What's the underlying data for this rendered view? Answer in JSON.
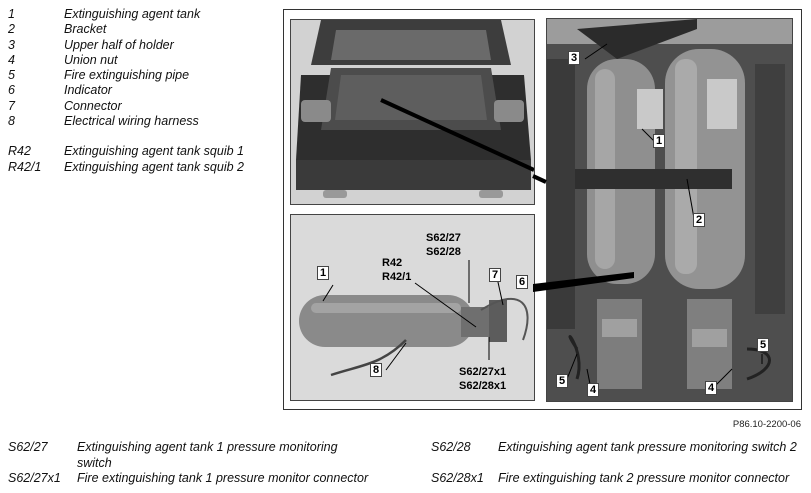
{
  "legend": [
    {
      "num": "1",
      "text": "Extinguishing agent tank"
    },
    {
      "num": "2",
      "text": "Bracket"
    },
    {
      "num": "3",
      "text": "Upper half of holder"
    },
    {
      "num": "4",
      "text": "Union nut"
    },
    {
      "num": "5",
      "text": "Fire extinguishing pipe"
    },
    {
      "num": "6",
      "text": "Indicator"
    },
    {
      "num": "7",
      "text": "Connector"
    },
    {
      "num": "8",
      "text": "Electrical wiring harness"
    }
  ],
  "legend2": [
    {
      "num": "R42",
      "text": "Extinguishing agent tank squib 1"
    },
    {
      "num": "R42/1",
      "text": "Extinguishing agent tank squib 2"
    }
  ],
  "callouts": {
    "c1": "1",
    "c8": "8",
    "c7": "7",
    "c6": "6",
    "s62_27": "S62/27",
    "s62_28": "S62/28",
    "r42": "R42",
    "r42_1": "R42/1",
    "s62_27x1": "S62/27x1",
    "s62_28x1": "S62/28x1",
    "m3": "3",
    "m1": "1",
    "m2": "2",
    "m5a": "5",
    "m4a": "4",
    "m4b": "4",
    "m5b": "5"
  },
  "figure_ref": "P86.10-2200-06",
  "bottom": {
    "s62_27_code": "S62/27",
    "s62_27_text": "Extinguishing agent tank 1 pressure monitoring",
    "s62_27_text2": "switch",
    "s62_28_code": "S62/28",
    "s62_28_text": "Extinguishing agent tank pressure monitoring switch 2",
    "s62_27x1_code": "S62/27x1",
    "s62_27x1_text": "Fire extinguishing tank 1 pressure monitor connector",
    "s62_28x1_code": "S62/28x1",
    "s62_28x1_text": "Fire extinguishing tank 2 pressure monitor connector"
  }
}
